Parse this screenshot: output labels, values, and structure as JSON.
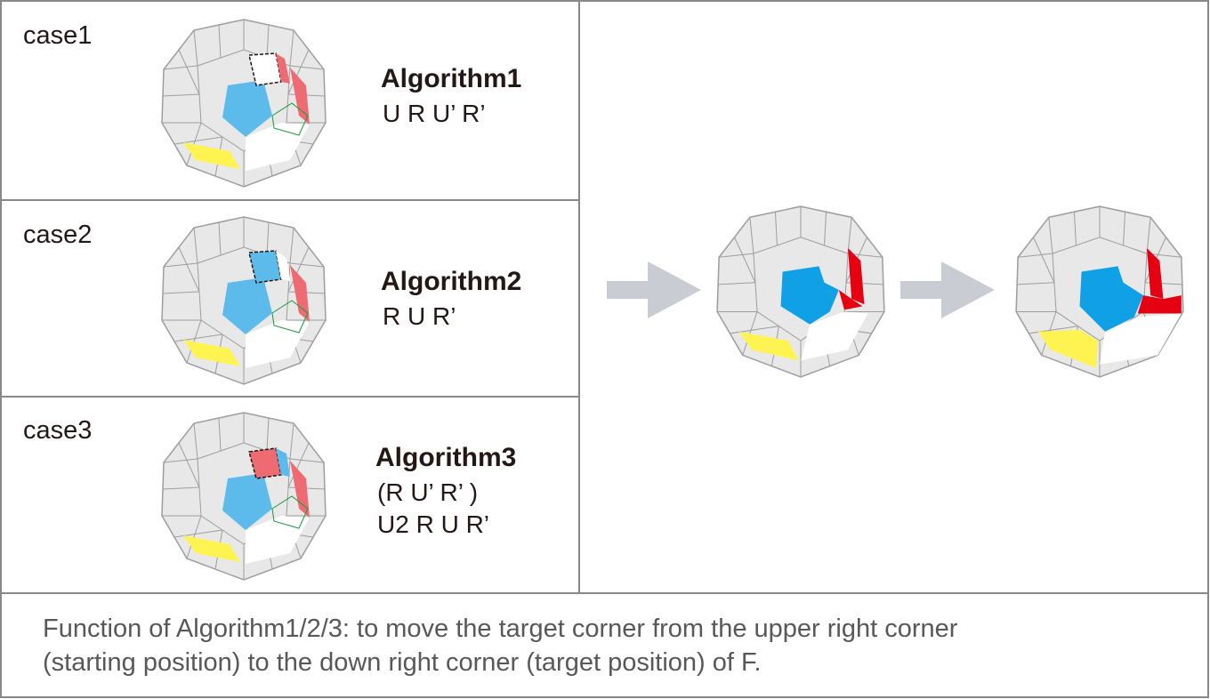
{
  "cases": [
    {
      "label": "case1",
      "algorithm_title": "Algorithm1",
      "moves": [
        "U R U’ R’"
      ]
    },
    {
      "label": "case2",
      "algorithm_title": "Algorithm2",
      "moves": [
        "R U R’"
      ]
    },
    {
      "label": "case3",
      "algorithm_title": "Algorithm3",
      "moves": [
        "(R U’ R’ )",
        "U2 R U R’"
      ]
    }
  ],
  "caption": {
    "line1": "Function of Algorithm1/2/3: to move the target corner from the upper right corner",
    "line2": "(starting position) to the down right corner (target position) of F."
  },
  "colors": {
    "grid_gray": "#e8e8e8",
    "line_gray": "#9e9e9e",
    "blue_light": "#5dbbec",
    "blue": "#0fa0e6",
    "pink": "#ef6b73",
    "red": "#e50012",
    "yellow": "#fff352",
    "green_edge": "#1a9a3a",
    "arrow": "#c9cdd3",
    "border": "#888888"
  }
}
